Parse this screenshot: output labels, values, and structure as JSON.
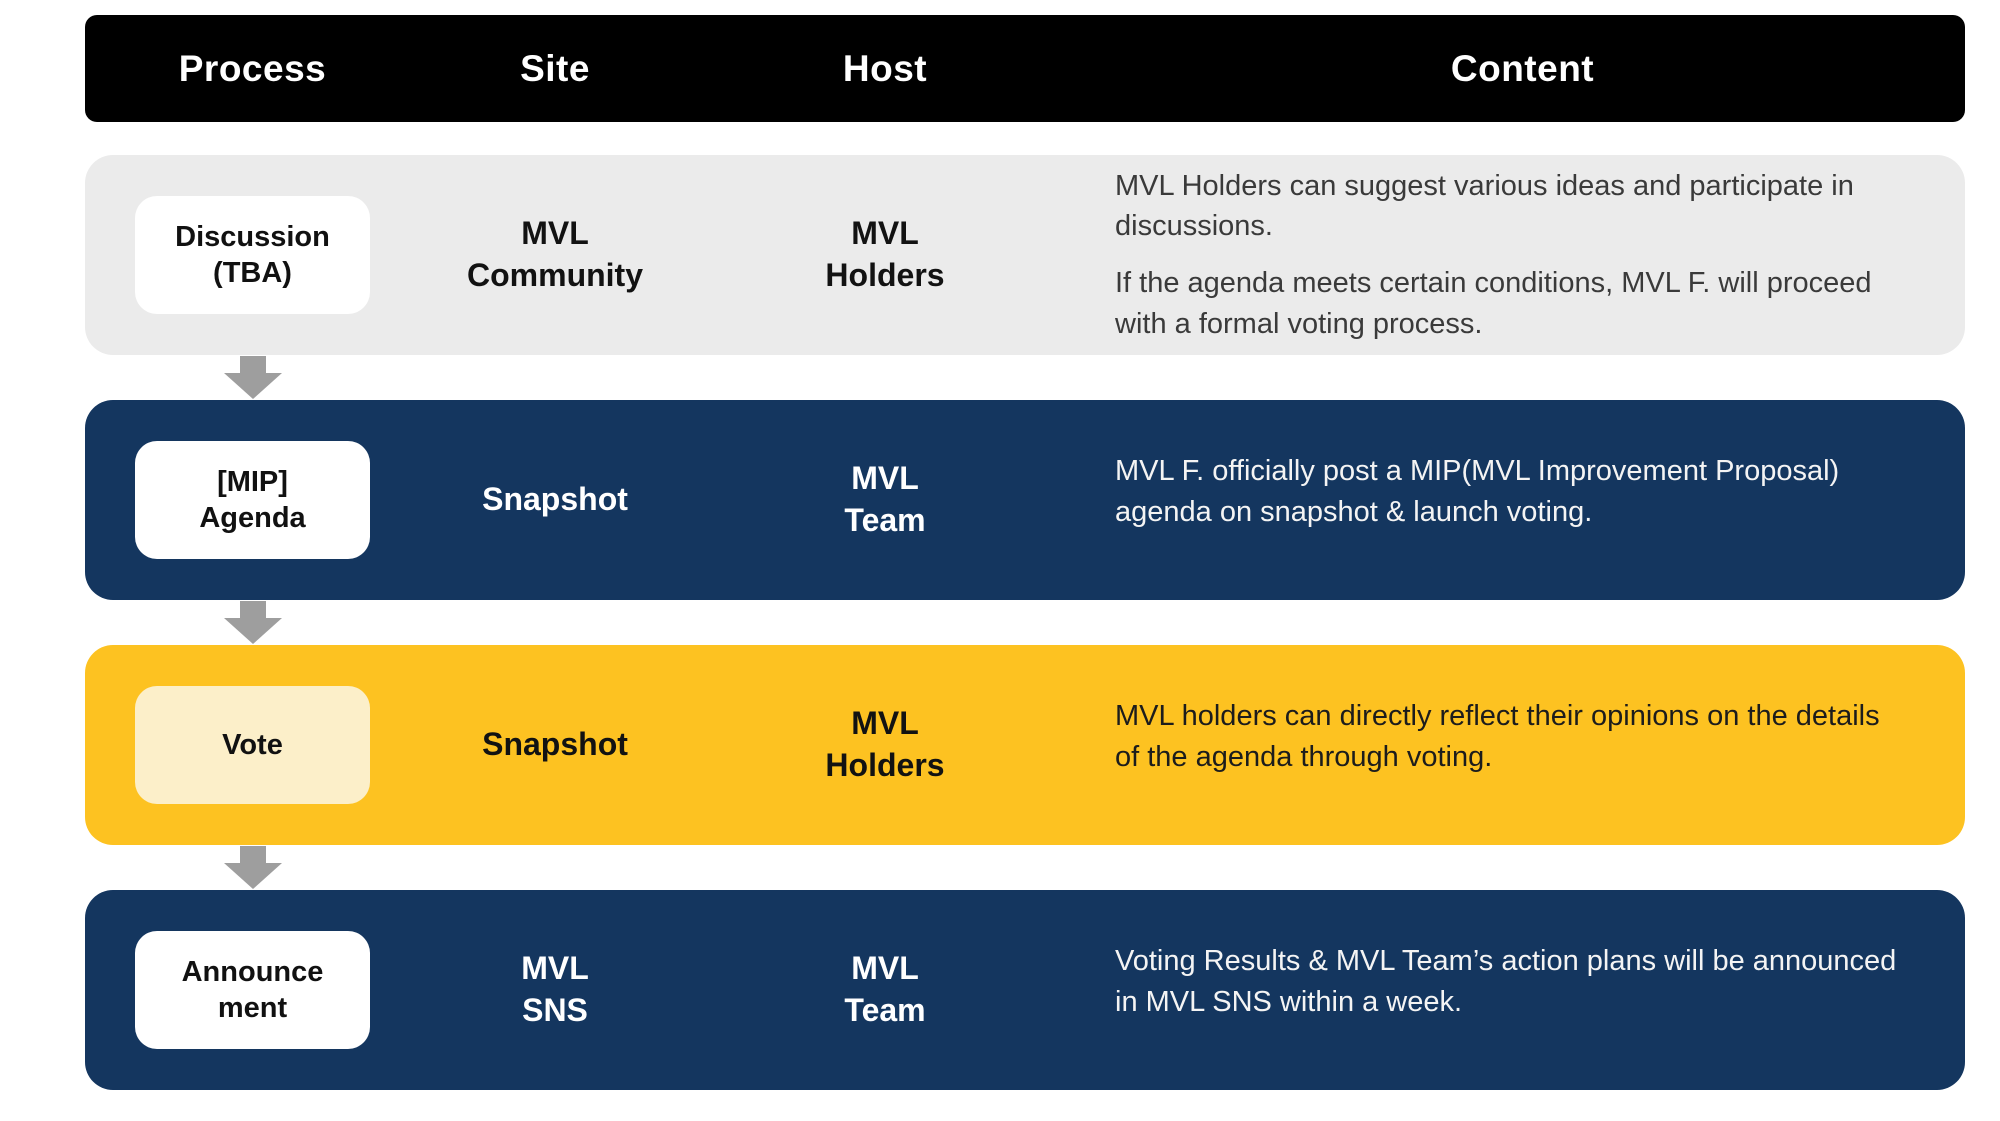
{
  "header": {
    "process": "Process",
    "site": "Site",
    "host": "Host",
    "content": "Content"
  },
  "rows": [
    {
      "process": "Discussion\n(TBA)",
      "site": "MVL\nCommunity",
      "host": "MVL\nHolders",
      "content1": "MVL Holders can suggest various ideas and participate in discussions.",
      "content2": "If the agenda meets certain conditions, MVL F. will proceed with a formal voting process."
    },
    {
      "process": "[MIP]\nAgenda",
      "site": "Snapshot",
      "host": "MVL\nTeam",
      "content1": "MVL F. officially post a MIP(MVL Improvement Proposal) agenda on snapshot & launch voting.",
      "content2": ""
    },
    {
      "process": "Vote",
      "site": "Snapshot",
      "host": "MVL\nHolders",
      "content1": "MVL holders can directly reflect their opinions on the details of the agenda through voting.",
      "content2": ""
    },
    {
      "process": "Announce\nment",
      "site": "MVL\nSNS",
      "host": "MVL\nTeam",
      "content1": "Voting Results & MVL Team’s action plans will be announced in MVL SNS within a week.",
      "content2": ""
    }
  ],
  "colors": {
    "header-bg": "#000000",
    "row-light": "#EBEBEB",
    "row-navy": "#14365F",
    "row-gold": "#FDC221",
    "badge-white": "#FFFFFF",
    "badge-cream": "#FCEFC9",
    "arrow": "#9E9E9E"
  }
}
